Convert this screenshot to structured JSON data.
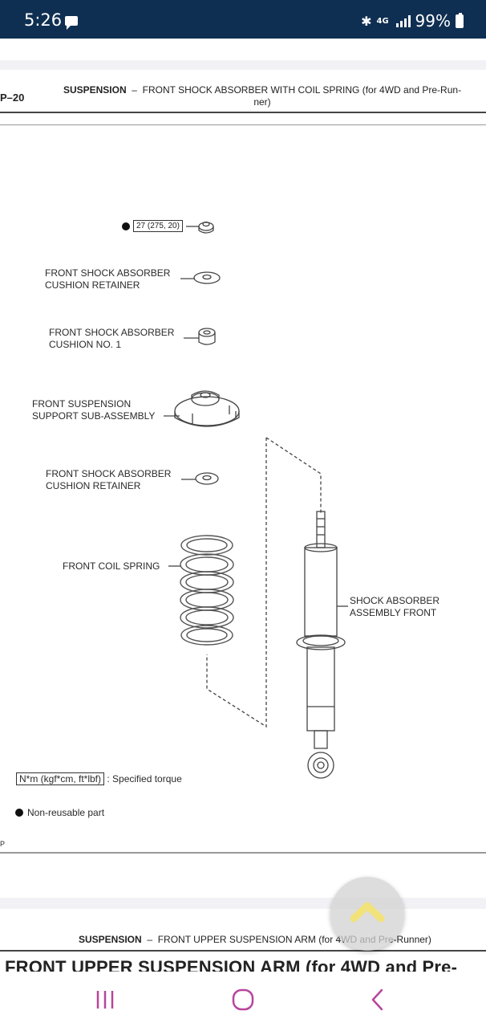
{
  "status_bar": {
    "time": "5:26",
    "network": "4G",
    "battery": "99%"
  },
  "manual_page": {
    "page_number": "P–20",
    "section": "SUSPENSION",
    "separator": "–",
    "title_line1": "FRONT SHOCK ABSORBER WITH COIL SPRING (for 4WD and Pre-Run-",
    "title_line2": "ner)"
  },
  "diagram": {
    "torque_spec": "27 (275, 20)",
    "labels": {
      "retainer_top_1": "FRONT SHOCK ABSORBER",
      "retainer_top_2": "CUSHION RETAINER",
      "cushion_1": "FRONT SHOCK ABSORBER",
      "cushion_2": "CUSHION NO. 1",
      "support_1": "FRONT SUSPENSION",
      "support_2": "SUPPORT SUB-ASSEMBLY",
      "retainer_bottom_1": "FRONT SHOCK ABSORBER",
      "retainer_bottom_2": "CUSHION RETAINER",
      "coil_spring": "FRONT COIL SPRING",
      "shock_1": "SHOCK ABSORBER",
      "shock_2": "ASSEMBLY FRONT"
    },
    "legend": {
      "torque_units": "N*m (kgf*cm, ft*lbf)",
      "torque_desc": ": Specified torque",
      "nonreusable": "Non-reusable part",
      "corner_mark": "P"
    }
  },
  "next_page": {
    "section": "SUSPENSION",
    "separator": "–",
    "subtitle": "FRONT UPPER SUSPENSION ARM (for 4WD and Pre-Runner)",
    "title": "FRONT UPPER SUSPENSION ARM (for 4WD and Pre-"
  },
  "colors": {
    "status_bar_bg": "#0f2f52",
    "nav_icon": "#b8449c",
    "scroll_chevron": "#f2e27a"
  }
}
